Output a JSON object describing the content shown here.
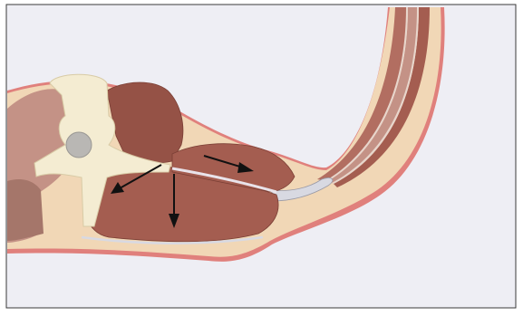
{
  "figure": {
    "labels": [],
    "colors": {
      "background": "#eeeef4",
      "frame": "#3a3a3a",
      "skin": "#e0807c",
      "fat": "#f1d7b6",
      "bone": "#f4ecd2",
      "canal": "#b9b7b4",
      "muscle_dark": "#955246",
      "muscle_mid": "#a45d50",
      "muscle_light": "#c49286",
      "fascia": "#d8d9e2",
      "arrow": "#111111"
    },
    "arrows": [
      {
        "name": "arrow-down-left",
        "direction": "down-left"
      },
      {
        "name": "arrow-down",
        "direction": "down"
      },
      {
        "name": "arrow-right",
        "direction": "right"
      }
    ]
  }
}
